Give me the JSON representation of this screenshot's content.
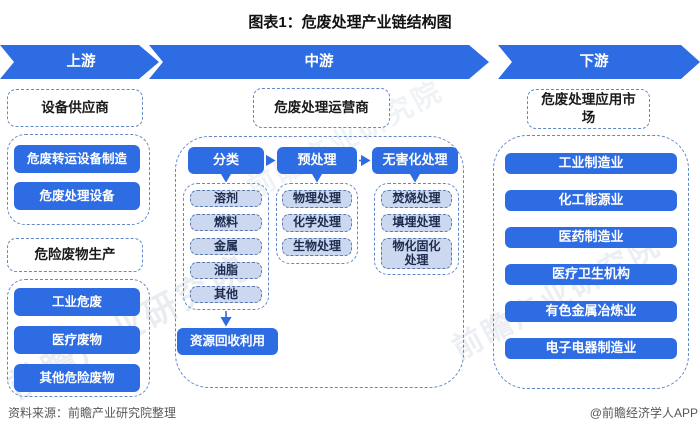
{
  "title": "图表1：危废处理产业链结构图",
  "banner": {
    "segments": [
      {
        "label": "上游"
      },
      {
        "label": "中游"
      },
      {
        "label": "下游"
      }
    ]
  },
  "upstream": {
    "suppliers_header": "设备供应商",
    "supplier_items": [
      "危废转运设备制造",
      "危废处理设备"
    ],
    "producers_header": "危险废物生产",
    "producer_items": [
      "工业危废",
      "医疗废物",
      "其他危险废物"
    ]
  },
  "midstream": {
    "header": "危废处理运营商",
    "stages": [
      {
        "label": "分类",
        "items": [
          "溶剂",
          "燃料",
          "金属",
          "油脂",
          "其他"
        ]
      },
      {
        "label": "预处理",
        "items": [
          "物理处理",
          "化学处理",
          "生物处理"
        ]
      },
      {
        "label": "无害化处理",
        "items": [
          "焚烧处理",
          "填埋处理",
          "物化固化处理"
        ]
      }
    ],
    "recycle_label": "资源回收利用"
  },
  "downstream": {
    "header": "危废处理应用市场",
    "items": [
      "工业制造业",
      "化工能源业",
      "医药制造业",
      "医疗卫生机构",
      "有色金属冶炼业",
      "电子电器制造业"
    ]
  },
  "footer": {
    "source": "资料来源：前瞻产业研究院整理",
    "credit": "@前瞻经济学人APP"
  },
  "watermark": {
    "text": "前瞻产业研究院"
  },
  "colors": {
    "primary_blue": "#2E6CE3",
    "light_item_bg": "#CBD8F0",
    "dashed_border": "#6189C9",
    "item_text": "#1D2B4F",
    "footer_text": "#575757"
  }
}
